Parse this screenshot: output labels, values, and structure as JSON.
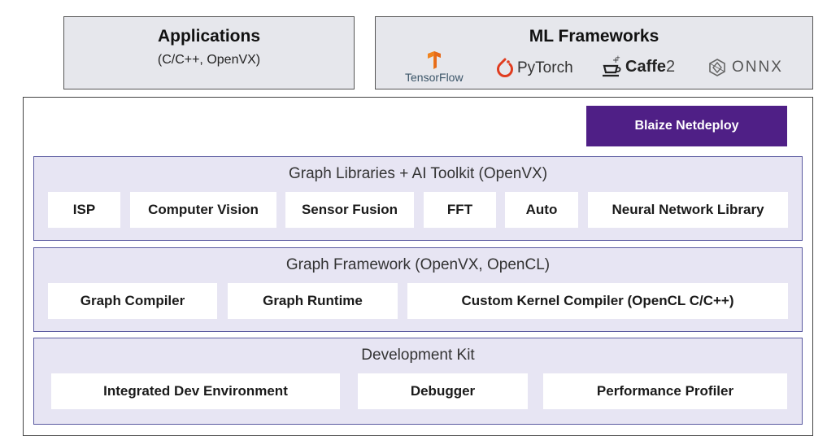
{
  "applications": {
    "title": "Applications",
    "subtitle": "(C/C++, OpenVX)"
  },
  "ml_frameworks": {
    "title": "ML Frameworks",
    "logos": [
      {
        "label": "TensorFlow",
        "icon": "tensorflow-icon",
        "color": "#e46f1e"
      },
      {
        "label": "PyTorch",
        "icon": "pytorch-icon",
        "color": "#e03c1f"
      },
      {
        "label_bold": "Caffe",
        "label_light": "2",
        "icon": "caffe2-icon"
      },
      {
        "label": "ONNX",
        "icon": "onnx-icon"
      }
    ]
  },
  "blaize_netdeploy": {
    "label": "Blaize Netdeploy",
    "color": "#4f1f86"
  },
  "layers": [
    {
      "title": "Graph Libraries + AI Toolkit (OpenVX)",
      "items": [
        "ISP",
        "Computer Vision",
        "Sensor Fusion",
        "FFT",
        "Auto",
        "Neural Network Library"
      ]
    },
    {
      "title": "Graph Framework (OpenVX, OpenCL)",
      "items": [
        "Graph Compiler",
        "Graph Runtime",
        "Custom Kernel Compiler (OpenCL C/C++)"
      ]
    },
    {
      "title": "Development Kit",
      "items": [
        "Integrated Dev Environment",
        "Debugger",
        "Performance Profiler"
      ]
    }
  ]
}
